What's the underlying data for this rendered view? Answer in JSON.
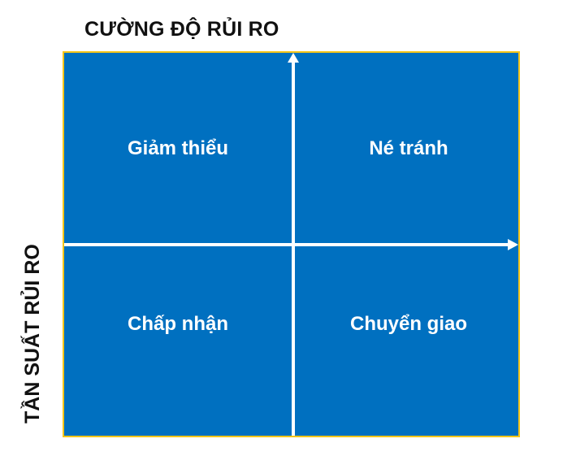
{
  "axes": {
    "x_label": "CƯỜNG ĐỘ RỦI RO",
    "y_label": "TẦN SUẤT RỦI RO"
  },
  "quadrants": [
    {
      "position": "top-left",
      "label": "Giảm thiểu"
    },
    {
      "position": "top-right",
      "label": "Né tránh"
    },
    {
      "position": "bottom-left",
      "label": "Chấp nhận"
    },
    {
      "position": "bottom-right",
      "label": "Chuyển giao"
    }
  ],
  "colors": {
    "fill": "#0070C0",
    "border": "#F5C518",
    "lines": "#FFFFFF"
  }
}
